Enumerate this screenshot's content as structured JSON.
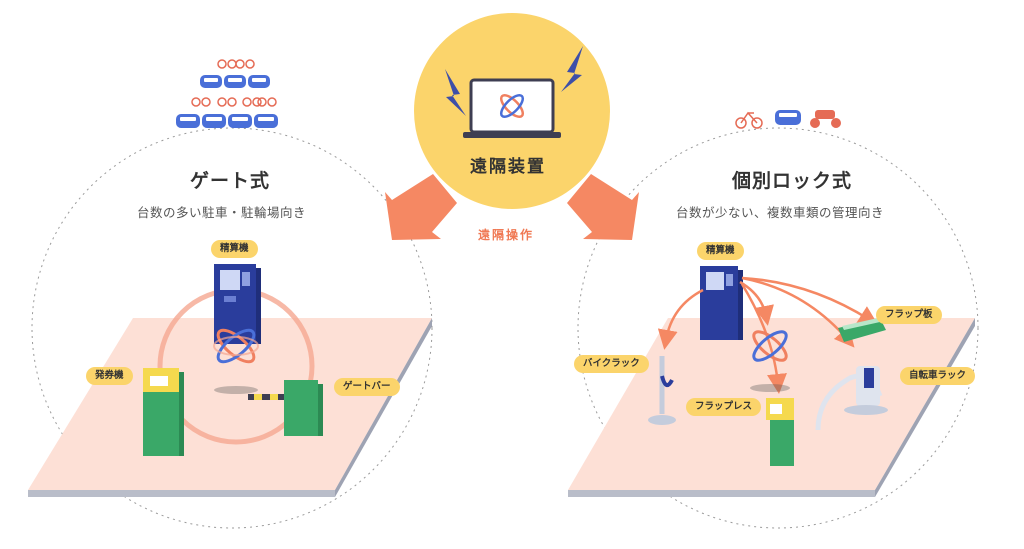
{
  "center": {
    "title": "遠隔装置",
    "remote_label": "遠隔操作"
  },
  "left": {
    "title": "ゲート式",
    "subtitle": "台数の多い駐車・駐輪場向き",
    "labels": {
      "payment": "精算機",
      "ticket": "発券機",
      "gate_bar": "ゲートバー"
    }
  },
  "right": {
    "title": "個別ロック式",
    "subtitle": "台数が少ない、複数車類の管理向き",
    "labels": {
      "payment": "精算機",
      "flap_plate": "フラップ板",
      "bike_rack": "バイクラック",
      "bicycle_rack": "自転車ラック",
      "flapless": "フラップレス"
    }
  },
  "colors": {
    "accent_yellow": "#fbd46b",
    "arrow_orange": "#f58863",
    "floor_pink": "#fde0d6",
    "machine_blue": "#2a3d9c",
    "machine_green": "#3aa868",
    "car_blue": "#4a6fd8",
    "bike_red": "#e56b55"
  }
}
